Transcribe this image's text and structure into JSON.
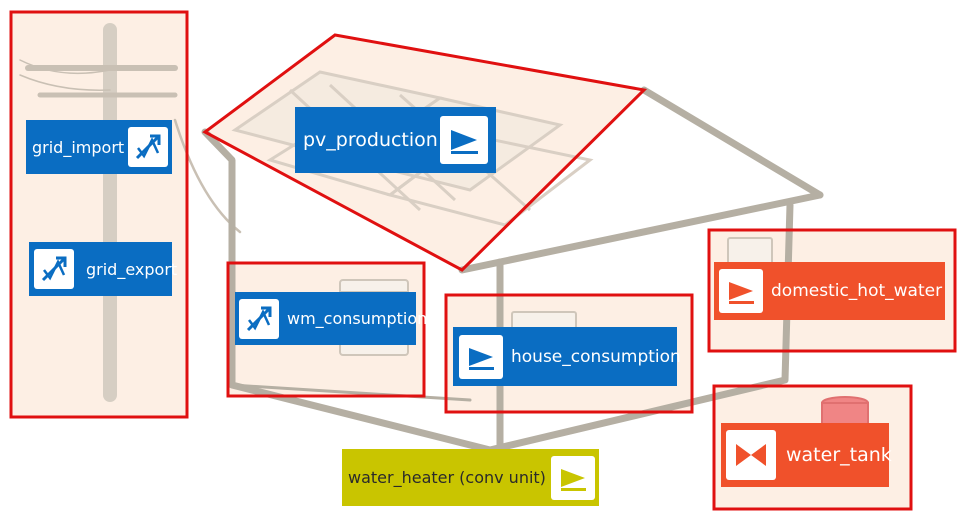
{
  "nodes": {
    "grid_import": "grid_import",
    "grid_export": "grid_export",
    "pv_production": "pv_production",
    "wm_consumption": "wm_consumption",
    "house_consumption": "house_consumption",
    "domestic_hot_water": "domestic_hot_water",
    "water_tank": "water_tank",
    "water_heater": "water_heater (conv unit)"
  },
  "colors": {
    "electric_node": "#0a6dc2",
    "heat_node": "#f0512b",
    "conversion_node": "#c9c500",
    "zone_outline": "#e01010",
    "zone_fill": "#fdefe4"
  }
}
